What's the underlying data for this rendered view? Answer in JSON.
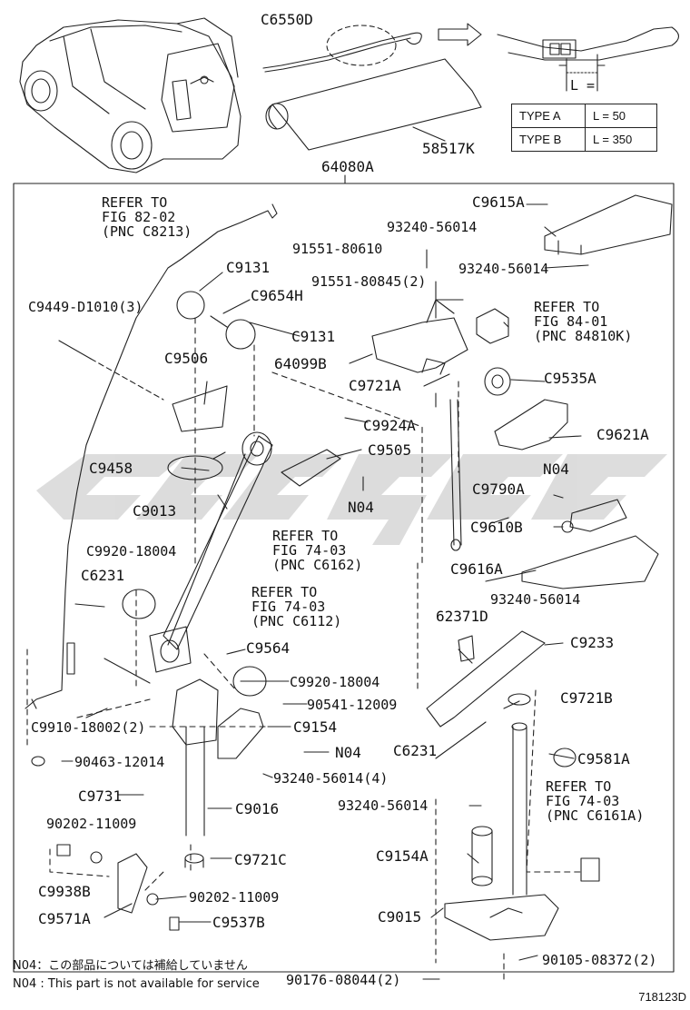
{
  "diagram": {
    "top_labels": {
      "c6550d": "C6550D",
      "p58517k": "58517K",
      "p64080a": "64080A",
      "length_marker": "L ="
    },
    "type_table": [
      {
        "type": "TYPE  A",
        "length": "L = 50"
      },
      {
        "type": "TYPE  B",
        "length": "L = 350"
      }
    ],
    "parts": {
      "c9615a": "C9615A",
      "p93240_56014_a": "93240-56014",
      "p91551_80610": "91551-80610",
      "p93240_56014_b": "93240-56014",
      "c9131_a": "C9131",
      "c9654h": "C9654H",
      "p91551_80845": "91551-80845(2)",
      "c9449": "C9449-D1010(3)",
      "c9131_b": "C9131",
      "p64099b": "64099B",
      "c9506": "C9506",
      "c9721a": "C9721A",
      "c9535a": "C9535A",
      "c9924a": "C9924A",
      "c9621a": "C9621A",
      "c9505": "C9505",
      "c9458": "C9458",
      "n04_a": "N04",
      "n04_b": "N04",
      "c9013": "C9013",
      "c9790a": "C9790A",
      "c9610b": "C9610B",
      "c9920_18004_a": "C9920-18004",
      "c6231_a": "C6231",
      "c9616a": "C9616A",
      "p93240_56014_c": "93240-56014",
      "p62371d": "62371D",
      "c9233": "C9233",
      "c9564": "C9564",
      "c9920_18004_b": "C9920-18004",
      "c9721b": "C9721B",
      "p90541": "90541-12009",
      "c9910": "C9910-18002(2)",
      "c9154": "C9154",
      "p90463": "90463-12014",
      "n04_c": "N04",
      "c6231_b": "C6231",
      "c9581a": "C9581A",
      "p93240_56014_4": "93240-56014(4)",
      "c9731": "C9731",
      "p93240_56014_d": "93240-56014",
      "c9016": "C9016",
      "p90202_a": "90202-11009",
      "c9154a": "C9154A",
      "c9721c": "C9721C",
      "c9938b": "C9938B",
      "p90202_b": "90202-11009",
      "c9571a": "C9571A",
      "c9015": "C9015",
      "c9537b": "C9537B",
      "p90176": "90176-08044(2)",
      "p90105": "90105-08372(2)"
    },
    "refer_notes": {
      "fig82": "REFER TO\nFIG 82-02\n(PNC C8213)",
      "fig84": "REFER TO\nFIG 84-01\n(PNC 84810K)",
      "fig74_c6162": "REFER TO\nFIG 74-03\n(PNC C6162)",
      "fig74_c6112": "REFER TO\nFIG 74-03\n(PNC C6112)",
      "fig74_c6161a": "REFER TO\nFIG 74-03\n(PNC C6161A)"
    },
    "footnotes": {
      "jp": "N04：この部品については補給していません",
      "en": "N04 : This part is not available for service"
    },
    "doc_id": "718123D"
  }
}
